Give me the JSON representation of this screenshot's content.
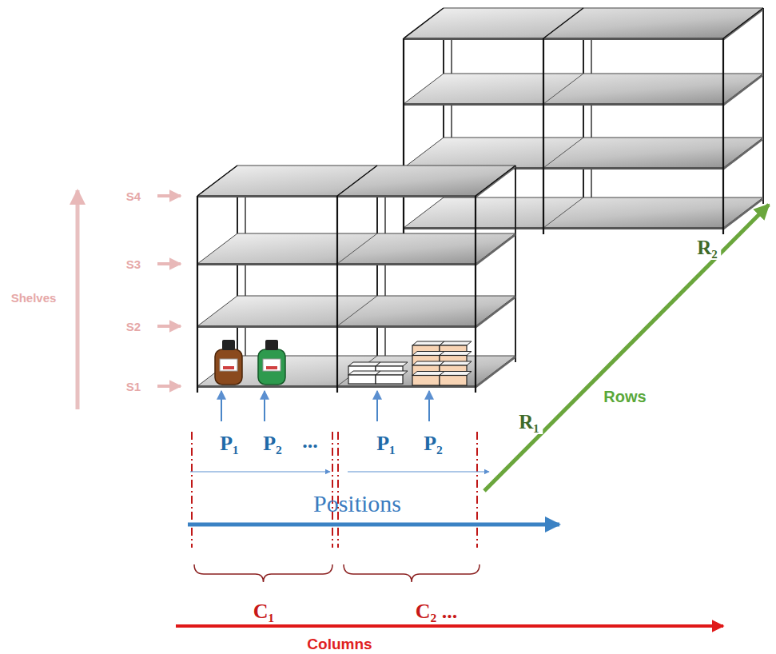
{
  "diagram": {
    "labels": [
      "Shelves",
      "S4",
      "S3",
      "S2",
      "S1",
      "P₁",
      "P₂",
      "...",
      "P₁",
      "P₂",
      "Positions",
      "C₁",
      "C₂ ...",
      "Columns",
      "R₂",
      "Rows",
      "R₁"
    ]
  }
}
